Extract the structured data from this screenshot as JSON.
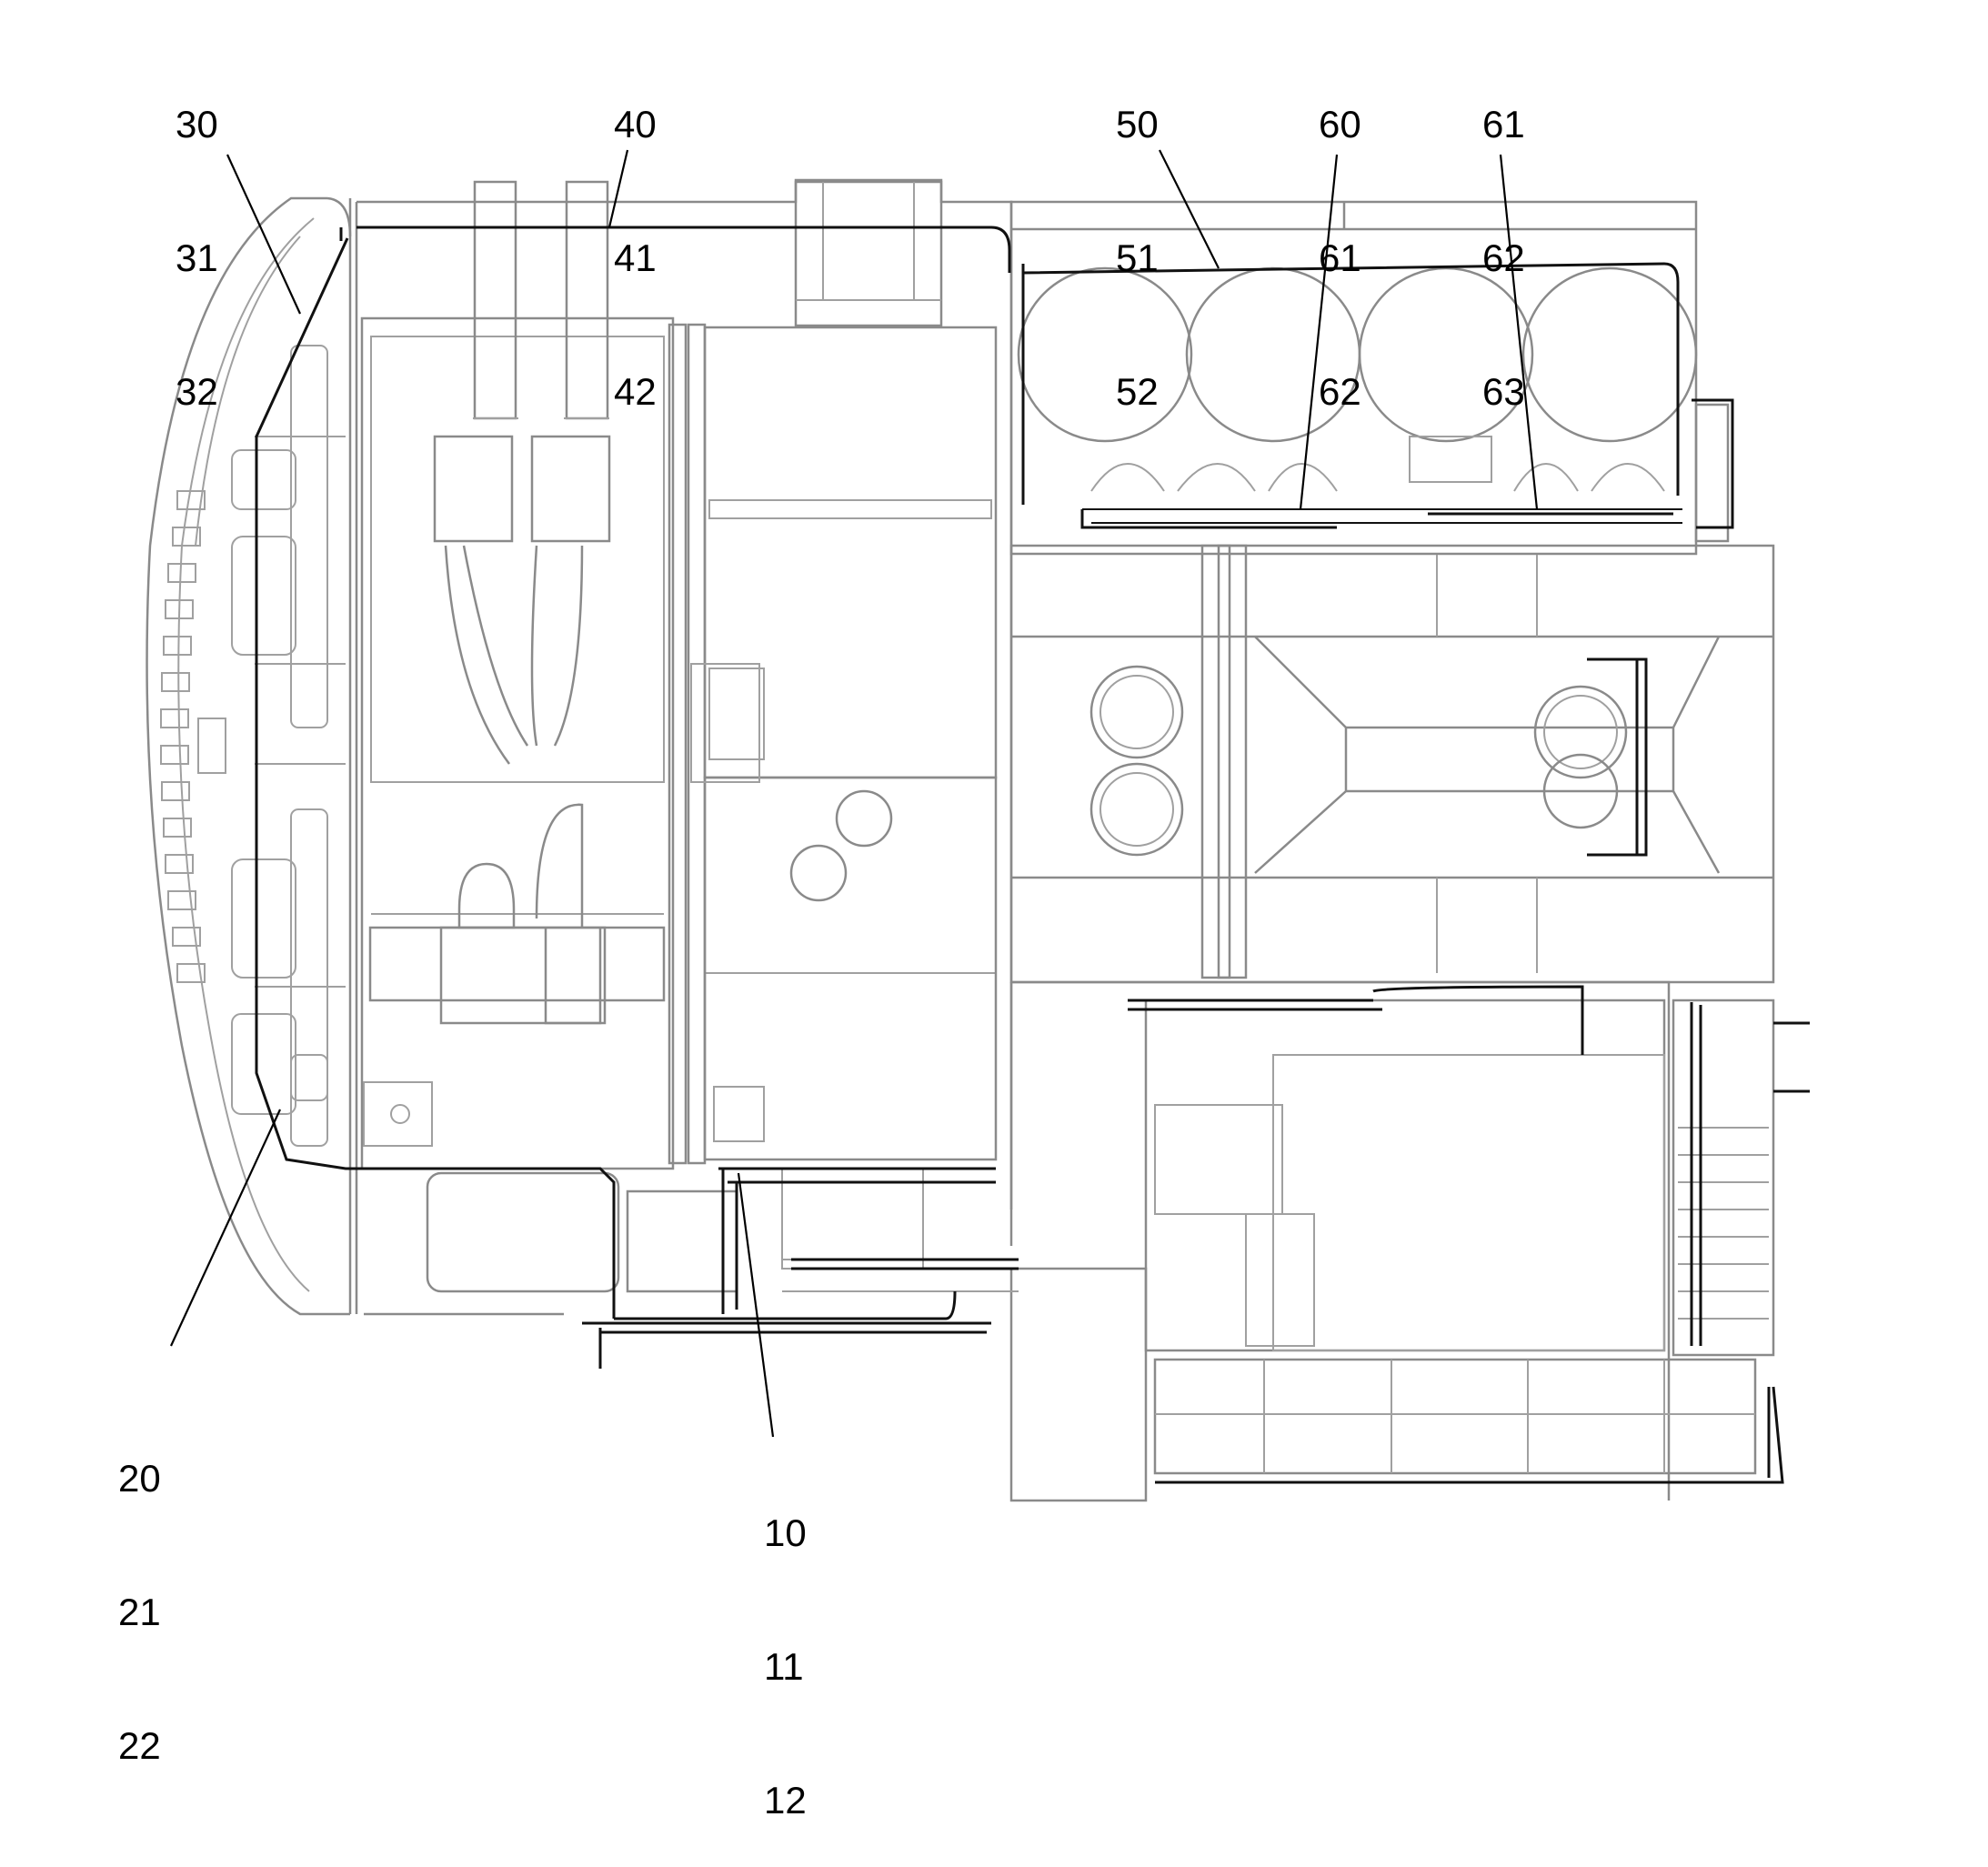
{
  "callouts": [
    {
      "id": "c30",
      "lines": [
        "30",
        "31",
        "32"
      ]
    },
    {
      "id": "c40",
      "lines": [
        "40",
        "41",
        "42"
      ]
    },
    {
      "id": "c50",
      "lines": [
        "50",
        "51",
        "52"
      ]
    },
    {
      "id": "c60",
      "lines": [
        "60",
        "61",
        "62"
      ]
    },
    {
      "id": "c61",
      "lines": [
        "61",
        "62",
        "63"
      ]
    },
    {
      "id": "c20",
      "lines": [
        "20",
        "21",
        "22"
      ]
    },
    {
      "id": "c10",
      "lines": [
        "10",
        "11",
        "12"
      ]
    }
  ]
}
